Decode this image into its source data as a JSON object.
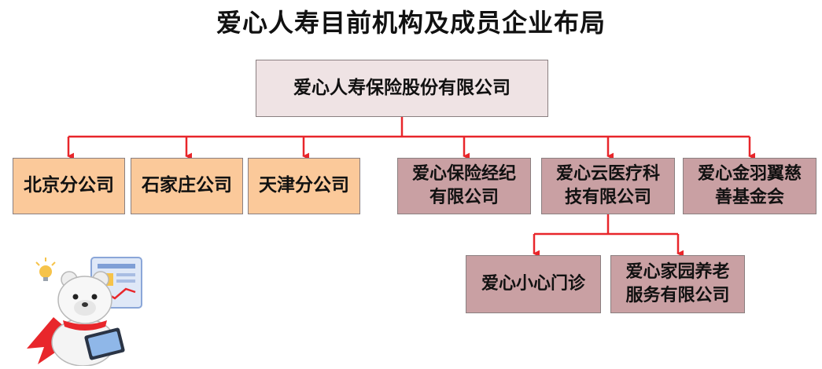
{
  "title": "爱心人寿目前机构及成员企业布局",
  "root": {
    "label": "爱心人寿保险股份有限公司"
  },
  "branches": [
    {
      "label": "北京分公司"
    },
    {
      "label": "石家庄公司"
    },
    {
      "label": "天津分公司"
    }
  ],
  "members": [
    {
      "line1": "爱心保险经纪",
      "line2": "有限公司"
    },
    {
      "line1": "爱心云医疗科",
      "line2": "技有限公司"
    },
    {
      "line1": "爱心金羽翼慈",
      "line2": "善基金会"
    }
  ],
  "subsidiaries": [
    {
      "label": "爱心小心门诊"
    },
    {
      "line1": "爱心家园养老",
      "line2": "服务有限公司"
    }
  ],
  "colors": {
    "connector": "#e8262b",
    "root_fill": "#efe3e4",
    "branch_fill": "#fbc99a",
    "member_fill": "#c9a0a3"
  },
  "mascot_icon": "bear-mascot-icon"
}
